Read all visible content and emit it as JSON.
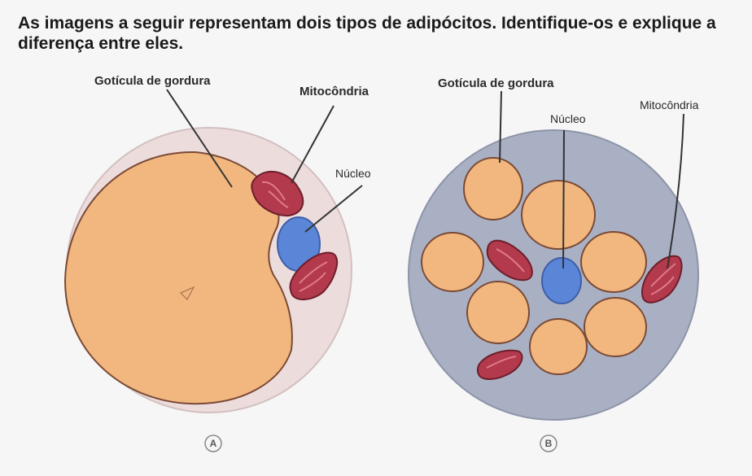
{
  "question": {
    "text": "As imagens a seguir representam dois tipos de adipócitos. Identifique-os e explique a diferença entre eles."
  },
  "cell_a": {
    "marker": "A",
    "labels": {
      "droplet": "Gotícula de gordura",
      "mitochondria": "Mitocôndria",
      "nucleus": "Núcleo"
    }
  },
  "cell_b": {
    "marker": "B",
    "labels": {
      "droplet": "Gotícula de gordura",
      "nucleus": "Núcleo",
      "mitochondria": "Mitocôndria"
    }
  },
  "colors": {
    "background": "#f6f6f6",
    "cell_a_cytoplasm": "#ecdcdc",
    "cell_b_cytoplasm": "#aab0c4",
    "lipid_droplet": "#f2b77f",
    "nucleus": "#5b86d8",
    "mitochondria": "#b23a4c",
    "outline": "#7a4a35"
  }
}
